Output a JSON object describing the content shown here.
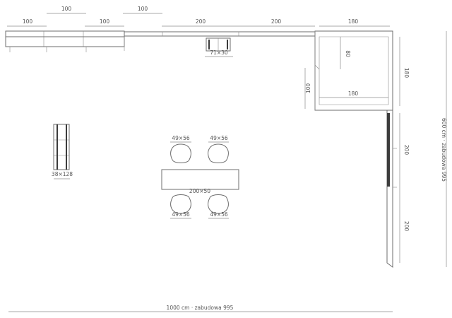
{
  "dimensions": {
    "top_row_lower": [
      "100",
      "100",
      "200",
      "200",
      "180"
    ],
    "top_row_upper": [
      "100",
      "100"
    ],
    "right_side": [
      "180",
      "200",
      "200"
    ],
    "inner_80": "80",
    "inner_180": "180",
    "corner_100": "100",
    "overall_width": "1000 cm · zabudowa 995",
    "overall_height": "600 cm · zabudowa 995"
  },
  "furniture": {
    "sink_size": "71×30",
    "shelf_size": "38×128",
    "chair_top_left": "49×56",
    "chair_top_right": "49×56",
    "chair_bottom_left": "49×56",
    "chair_bottom_right": "49×56",
    "table_size": "200×50"
  },
  "colors": {
    "line": "#6e6e6e",
    "dimension": "#8c8c8c",
    "dark_fill": "#3c3c3c"
  }
}
